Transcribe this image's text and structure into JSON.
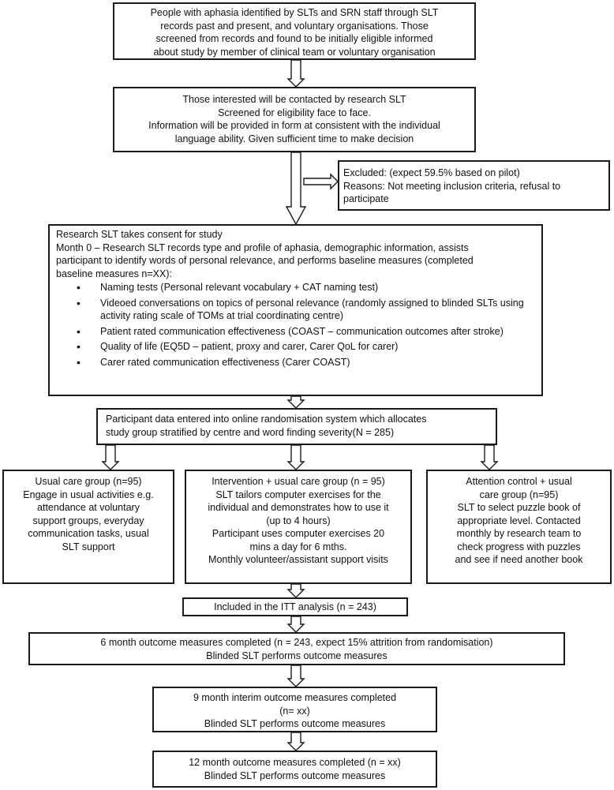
{
  "boxes": {
    "identification": [
      "People with aphasia identified by SLTs and SRN staff through SLT",
      "records past and present, and voluntary organisations. Those",
      "screened from records and found to be initially eligible informed",
      "about study by member of clinical team or voluntary organisation"
    ],
    "contact": [
      "Those interested will be contacted by research SLT",
      "Screened for eligibility face to face.",
      "Information will be provided in form at consistent with the individual",
      "language ability. Given sufficient time to make decision"
    ],
    "excluded": [
      "Excluded: (expect 59.5% based on pilot)",
      "Reasons: Not meeting inclusion criteria, refusal to",
      "participate"
    ],
    "consent": {
      "lines": [
        "Research SLT takes consent for study",
        "Month 0 – Research SLT records type and profile of aphasia, demographic information, assists",
        "participant to identify words of personal relevance,  and performs baseline measures (completed",
        "baseline measures n=XX):"
      ],
      "bullets": [
        "Naming tests (Personal relevant vocabulary + CAT naming test)",
        "Videoed conversations on topics of personal relevance  (randomly assigned to blinded SLTs using  activity rating scale of TOMs at trial coordinating centre)",
        "Patient rated communication effectiveness (COAST – communication outcomes after stroke)",
        "Quality of life (EQ5D – patient, proxy and carer, Carer QoL for carer)",
        "Carer rated communication effectiveness (Carer COAST)"
      ]
    },
    "randomisation": [
      "Participant data entered into online randomisation system which allocates",
      "study group stratified by centre and word finding severity(N = 285)"
    ],
    "usual_care": [
      "Usual care group (n=95)",
      "Engage in usual activities e.g.",
      "attendance at voluntary",
      "support groups, everyday",
      "communication tasks, usual",
      "SLT support"
    ],
    "intervention": [
      "Intervention + usual care group (n = 95)",
      "SLT tailors computer exercises for the",
      "individual and demonstrates how to use it",
      "(up to 4 hours)",
      "Participant uses computer exercises 20",
      "mins a day for 6 mths.",
      "Monthly volunteer/assistant support visits"
    ],
    "attention": [
      "Attention control + usual",
      "care group (n=95)",
      "SLT to select puzzle book of",
      "appropriate level. Contacted",
      "monthly by research team to",
      "check progress with puzzles",
      "and see if need another book"
    ],
    "itt": [
      "Included in the ITT analysis (n = 243)"
    ],
    "six_month": [
      "6 month outcome measures completed (n = 243, expect 15% attrition from randomisation)",
      "Blinded SLT performs outcome measures"
    ],
    "nine_month": [
      "9 month interim outcome measures completed",
      "(n= xx)",
      "Blinded SLT performs outcome measures"
    ],
    "twelve_month": [
      "12 month outcome measures completed (n = xx)",
      "Blinded SLT performs outcome measures"
    ]
  }
}
